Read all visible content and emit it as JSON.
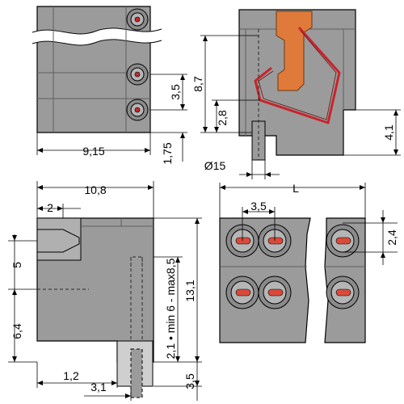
{
  "dimensions": {
    "top_width": "9,15",
    "top_bottom_offset": "1,75",
    "top_pitch": "3,5",
    "side_height": "8,7",
    "side_pin_offset": "2,8",
    "side_pin_diameter": "Ø15",
    "side_right_height": "4,1",
    "front_width": "10,8",
    "front_offset": "2",
    "front_upper": "5",
    "front_lower": "6,4",
    "front_height": "13,1",
    "front_pin_range": "2,1 • min 6 - max8,5",
    "front_bottom_left": "1,2",
    "front_pin_offset": "3,1",
    "front_bottom_right": "3,5",
    "bottom_length": "L",
    "bottom_pitch": "3,5",
    "bottom_right_offset": "2,4"
  },
  "colors": {
    "housing": "#9b9b9b",
    "contact": "#e07a3a",
    "spring": "#c8242c",
    "outline": "#000000"
  }
}
